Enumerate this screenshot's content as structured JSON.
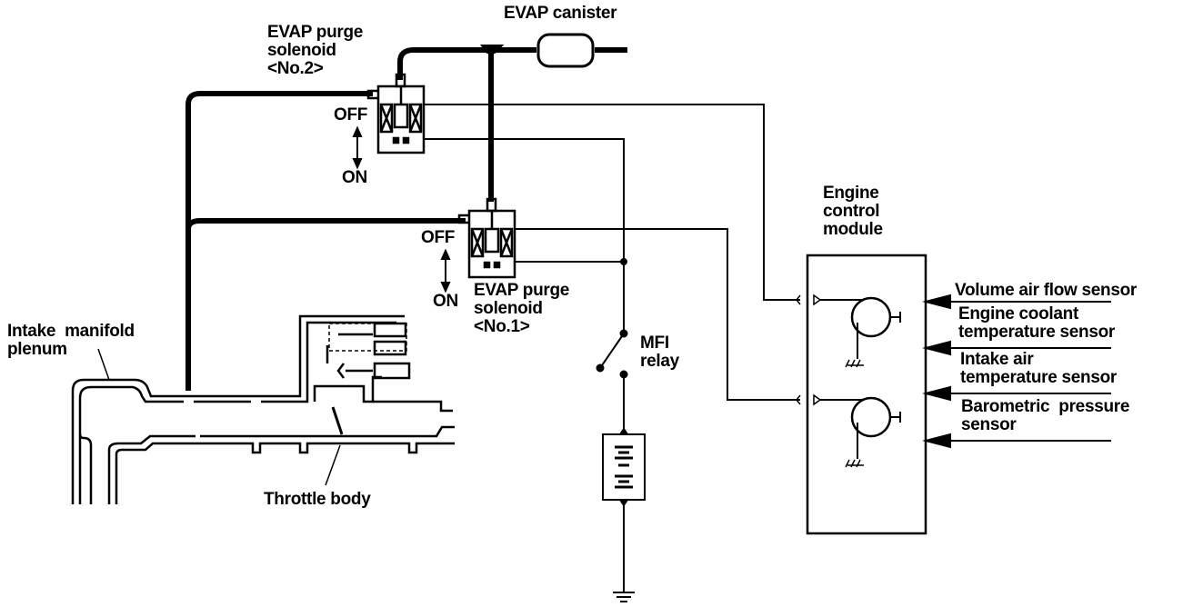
{
  "labels": {
    "evap_canister": "EVAP canister",
    "solenoid2": [
      "EVAP purge",
      "solenoid",
      "<No.2>"
    ],
    "solenoid1": [
      "EVAP purge",
      "solenoid",
      "<No.1>"
    ],
    "off": "OFF",
    "on": "ON",
    "intake_manifold": [
      "Intake  manifold",
      "plenum"
    ],
    "throttle_body": "Throttle body",
    "mfi_relay": [
      "MFI",
      "relay"
    ],
    "ecm": [
      "Engine",
      "control",
      "module"
    ],
    "sensors": [
      [
        "Volume air flow sensor"
      ],
      [
        "Engine coolant",
        "temperature sensor"
      ],
      [
        "Intake air",
        "temperature sensor"
      ],
      [
        "Barometric  pressure",
        "sensor"
      ]
    ]
  },
  "colors": {
    "ink": "#000000",
    "background": "#ffffff"
  }
}
